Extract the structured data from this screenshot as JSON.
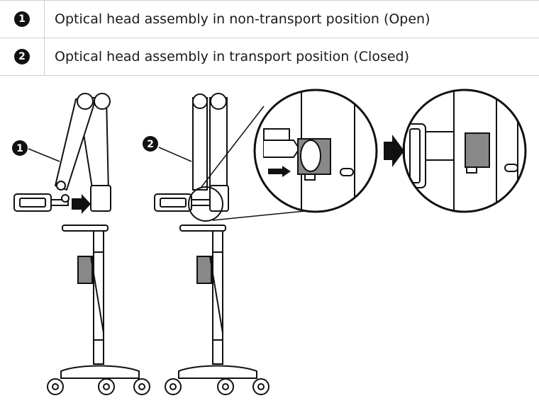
{
  "legend": [
    {
      "num": "1",
      "text": "Optical head assembly in non-transport position (Open)"
    },
    {
      "num": "2",
      "text": "Optical head assembly in transport position (Closed)"
    }
  ],
  "figure": {
    "callout_1": "1",
    "callout_2": "2"
  },
  "colors": {
    "line": "#111111",
    "collar": "#8a8a8a",
    "fill": "#ffffff"
  }
}
